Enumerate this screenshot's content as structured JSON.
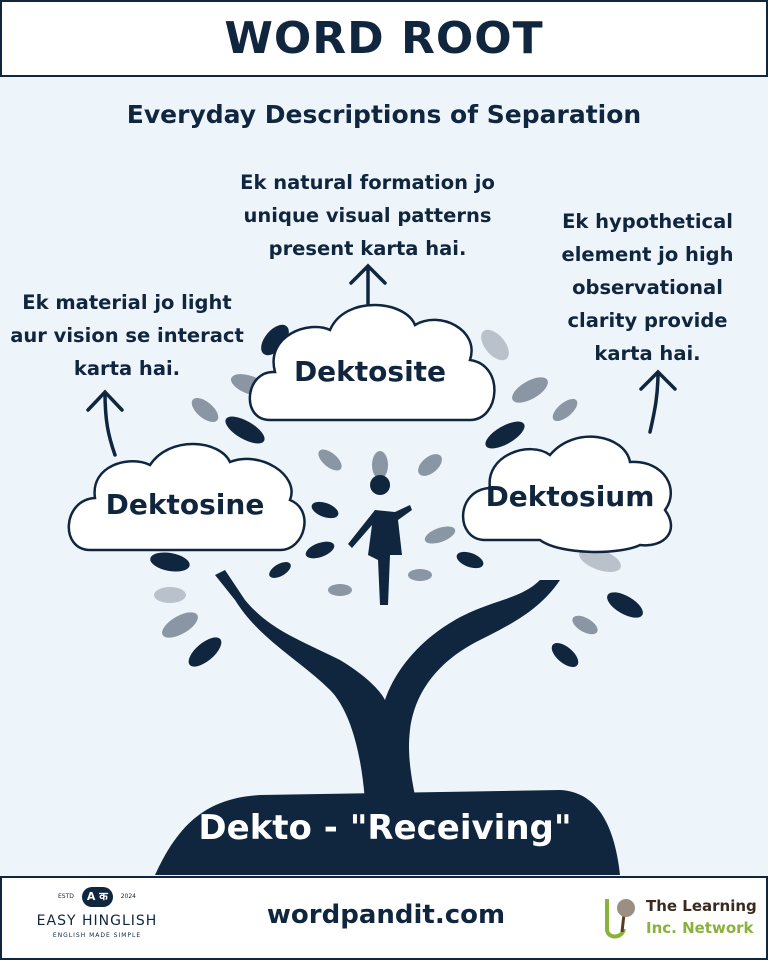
{
  "header": {
    "title": "WORD ROOT"
  },
  "subtitle": "Everyday Descriptions of Separation",
  "root": {
    "label": "Dekto - \"Receiving\""
  },
  "words": [
    {
      "word": "Dektosine",
      "definition": "Ek material jo light aur vision se interact karta hai."
    },
    {
      "word": "Dektosite",
      "definition": "Ek natural formation jo unique visual patterns present karta hai."
    },
    {
      "word": "Dektosium",
      "definition": "Ek hypothetical element jo high observational clarity provide karta hai."
    }
  ],
  "footer": {
    "site": "wordpandit.com",
    "easy_hinglish": {
      "name": "EASY HINGLISH",
      "tagline": "ENGLISH MADE SIMPLE",
      "estd": "ESTD",
      "year": "2024",
      "letters": "A क"
    },
    "learning": {
      "line1": "The Learning",
      "line2": "Inc. Network"
    }
  },
  "colors": {
    "navy": "#10263f",
    "background": "#eef5fa",
    "leaf_gray": "#8a96a3"
  }
}
